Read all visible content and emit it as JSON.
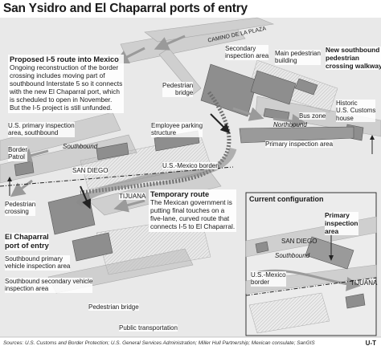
{
  "title": "San Ysidro and El Chaparral ports of entry",
  "proposed": {
    "heading": "Proposed I-5 route into Mexico",
    "body": [
      "Ongoing reconstruction of the border",
      "crossing includes moving part of",
      "southbound Interstate 5 so it connects",
      "with the new El Chaparral port, which",
      "is scheduled to open in November.",
      "But the I-5 project is still unfunded."
    ]
  },
  "temporary": {
    "heading": "Temporary route",
    "body": [
      "The Mexican government is",
      "putting final touches on a",
      "five-lane, curved route that",
      "connects I-5 to El Chaparral."
    ]
  },
  "labels": {
    "secondary_inspection": [
      "Secondary",
      "inspection area"
    ],
    "main_pedestrian": [
      "Main pedestrian",
      "building"
    ],
    "new_walkway": [
      "New southbound",
      "pedestrian",
      "crossing walkway"
    ],
    "pedestrian_bridge": [
      "Pedestrian",
      "bridge"
    ],
    "us_primary": [
      "U.S. primary inspection",
      "area, southbound"
    ],
    "employee_parking": [
      "Employee parking",
      "structure"
    ],
    "bus_zone": "Bus zone",
    "northbound": "Northbound",
    "historic_customs": [
      "Historic",
      "U.S. Customs",
      "house"
    ],
    "primary_inspection_area": "Primary inspection area",
    "border_patrol": [
      "Border",
      "Patrol"
    ],
    "southbound": "Southbound",
    "san_diego": "SAN DIEGO",
    "us_mexico_border": "U.S.-Mexico border",
    "tijuana": "TIJUANA",
    "pedestrian_crossing": [
      "Pedestrian",
      "crossing"
    ],
    "el_chaparral": [
      "El Chaparral",
      "port of entry"
    ],
    "sb_primary": [
      "Southbound primary",
      "vehicle inspection area"
    ],
    "sb_secondary": [
      "Southbound secondary vehicle",
      "inspection area"
    ],
    "pedestrian_bridge_2": "Pedestrian bridge",
    "public_transportation": "Public transportation",
    "camino": "CAMINO DE LA PLAZA"
  },
  "current": {
    "heading": "Current configuration",
    "primary": [
      "Primary",
      "inspection",
      "area"
    ],
    "san_diego": "SAN DIEGO",
    "southbound": "Southbound",
    "us_mexico": [
      "U.S.-Mexico",
      "border"
    ],
    "tijuana": "TIJUANA"
  },
  "sources": "Sources: U.S. Customs and Border Protection; U.S. General Services Administration; Miller Hull Partnership; Mexican consulate; SanGIS",
  "credit": "U-T",
  "colors": {
    "ground": "#e8e8e8",
    "road": "#c9c9c9",
    "building": "#8c8c8c",
    "route": "#777777",
    "border_line": "#222222"
  }
}
